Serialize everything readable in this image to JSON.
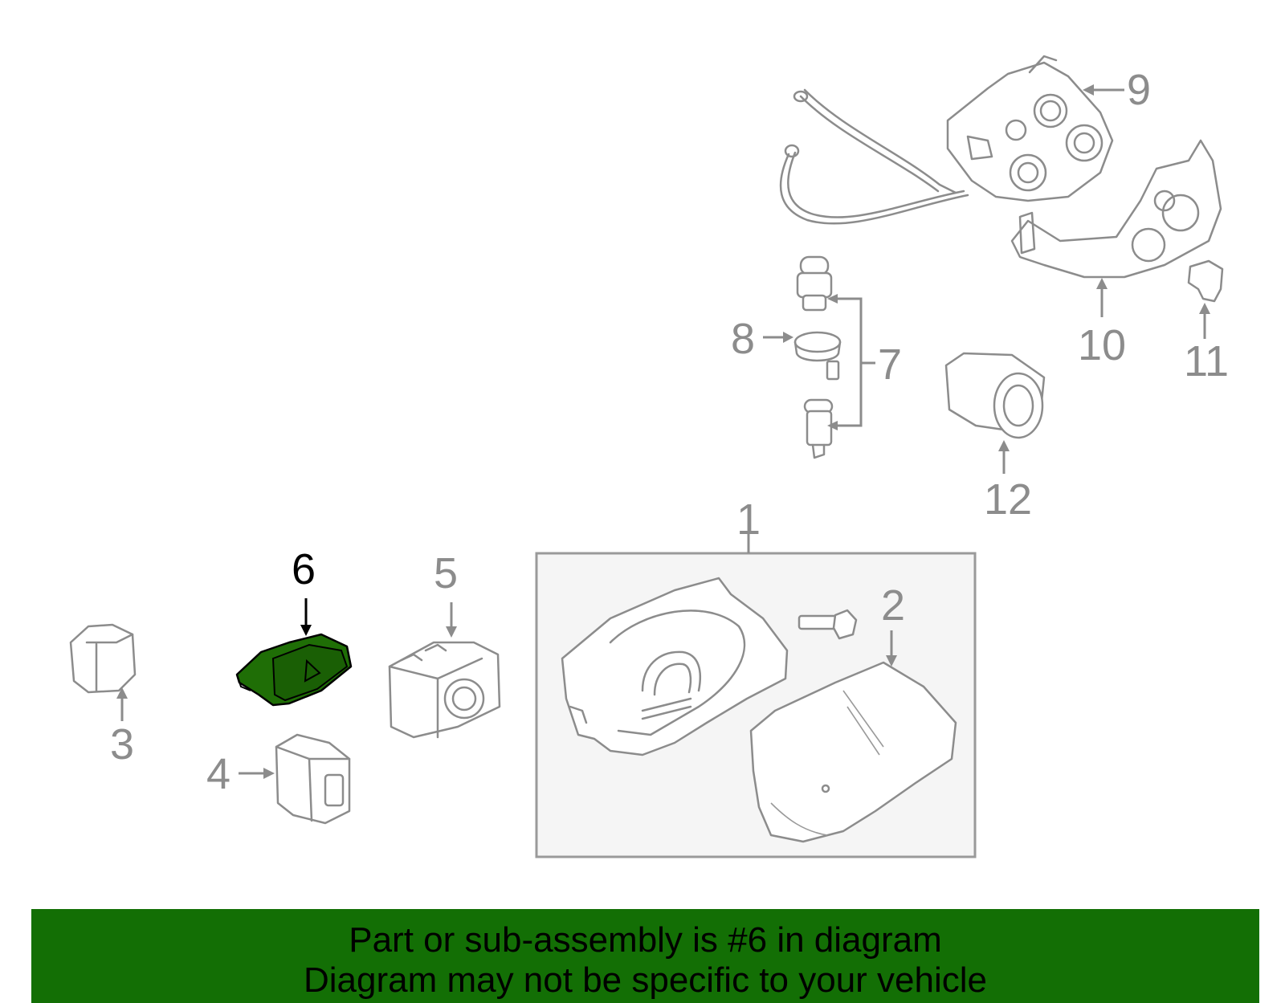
{
  "diagram": {
    "labels": [
      "1",
      "2",
      "3",
      "4",
      "5",
      "6",
      "7",
      "8",
      "9",
      "10",
      "11",
      "12"
    ],
    "highlighted_part": "6"
  },
  "banner": {
    "line1": "Part or sub-assembly is #6 in diagram",
    "line2": "Diagram may not be specific to your vehicle"
  },
  "colors": {
    "banner_bg": "#136f05",
    "highlight_part": "#1f6e06",
    "line_art": "#8c8c8c"
  }
}
